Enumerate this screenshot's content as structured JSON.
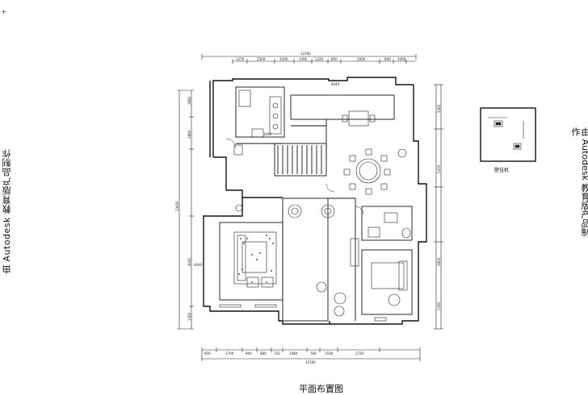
{
  "plan_title": "平面布置图",
  "watermark_left": "由 Autodesk 教育版产品制作",
  "watermark_right": "由 Autodesk 教育版产品制作",
  "corner_mark": "+",
  "detail": {
    "label": "壁挂机"
  },
  "dimensions": {
    "top_total": "12200",
    "top": [
      "1370",
      "2569",
      "1290",
      "1400",
      "1320",
      "850",
      "2000",
      "840",
      "1090"
    ],
    "bottom_total": "11500",
    "bottom": [
      "600",
      "1700",
      "840",
      "880",
      "720",
      "1480",
      "780",
      "1030",
      "2720"
    ],
    "left": [
      "1880",
      "1860",
      "4040",
      "1450",
      "13600"
    ],
    "right": [
      "3360",
      "1470",
      "2800",
      "1390"
    ],
    "inner": [
      "4040",
      "4040",
      "3040"
    ]
  }
}
